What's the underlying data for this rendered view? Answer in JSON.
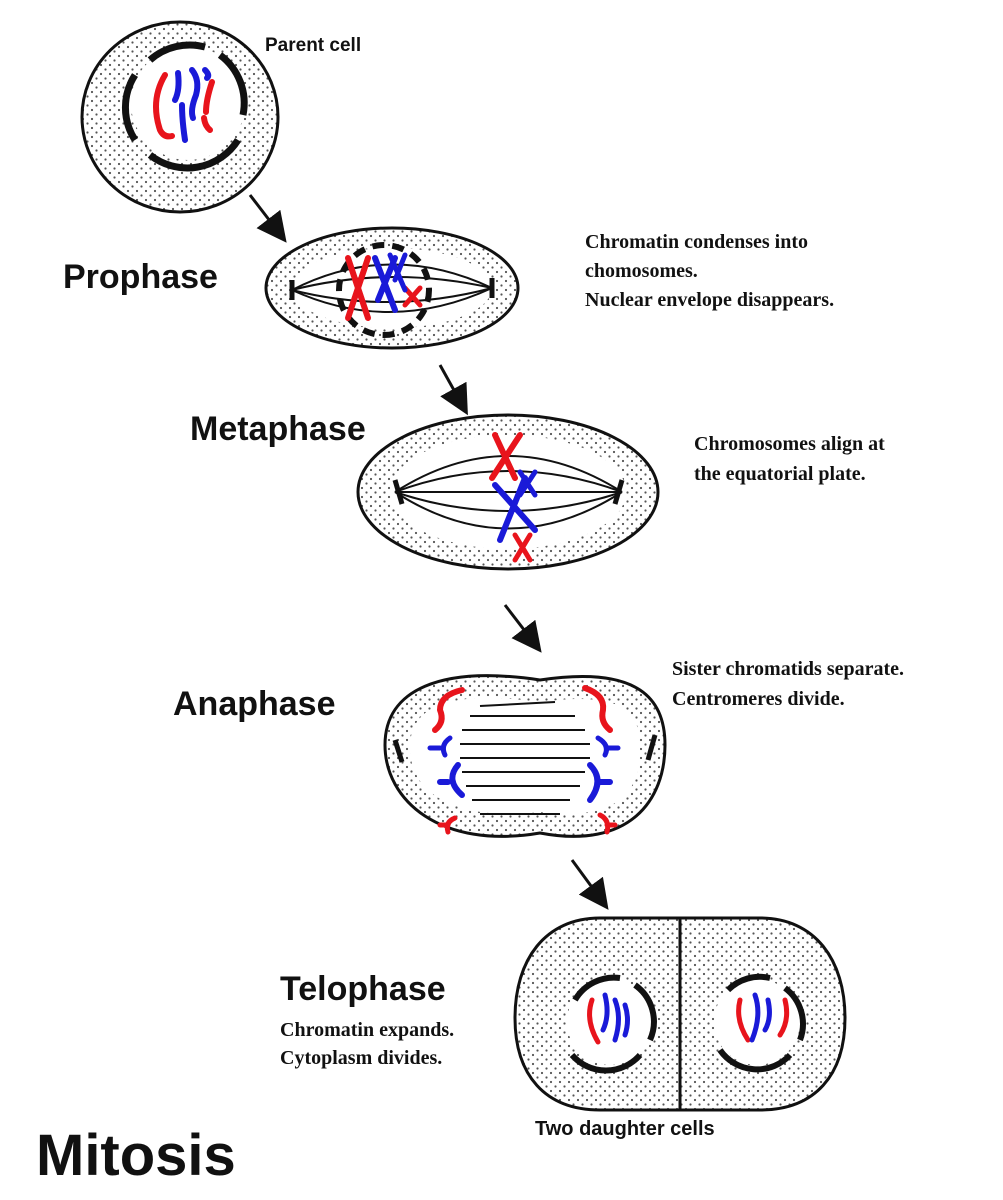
{
  "diagram": {
    "title": "Mitosis",
    "parent_cell": {
      "label": "Parent cell"
    },
    "stages": [
      {
        "name": "Prophase",
        "notes": [
          "Chromatin condenses into",
          "chomosomes.",
          "Nuclear envelope disappears."
        ]
      },
      {
        "name": "Metaphase",
        "notes": [
          "Chromosomes align at",
          "the equatorial plate."
        ]
      },
      {
        "name": "Anaphase",
        "notes": [
          "Sister chromatids separate.",
          "Centromeres divide."
        ]
      },
      {
        "name": "Telophase",
        "notes": [
          "Chromatin expands.",
          "Cytoplasm divides."
        ]
      }
    ],
    "daughter_cells": {
      "label": "Two daughter cells"
    },
    "colors": {
      "chromosome_red": "#e8141c",
      "chromosome_blue": "#1a1ad8",
      "outline": "#111111",
      "cytoplasm_dot": "#555555"
    }
  }
}
